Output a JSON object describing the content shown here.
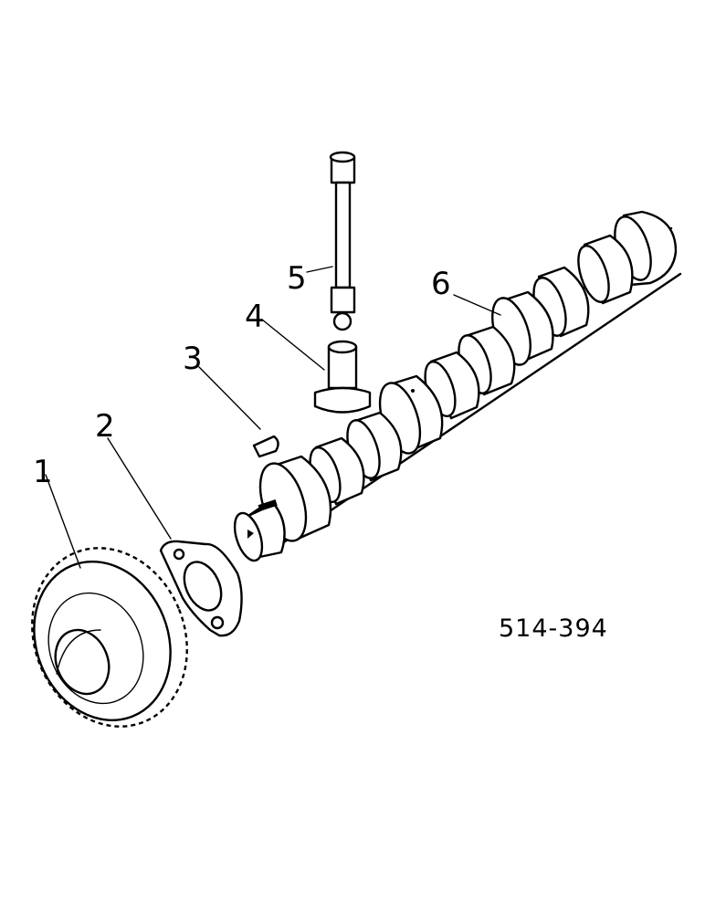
{
  "diagram": {
    "callouts": [
      {
        "id": "1",
        "label": "1",
        "part": "cam gear"
      },
      {
        "id": "2",
        "label": "2",
        "part": "thrust plate"
      },
      {
        "id": "3",
        "label": "3",
        "part": "woodruff key"
      },
      {
        "id": "4",
        "label": "4",
        "part": "tappet"
      },
      {
        "id": "5",
        "label": "5",
        "part": "push rod"
      },
      {
        "id": "6",
        "label": "6",
        "part": "camshaft"
      }
    ],
    "figure_code": "514-394"
  }
}
